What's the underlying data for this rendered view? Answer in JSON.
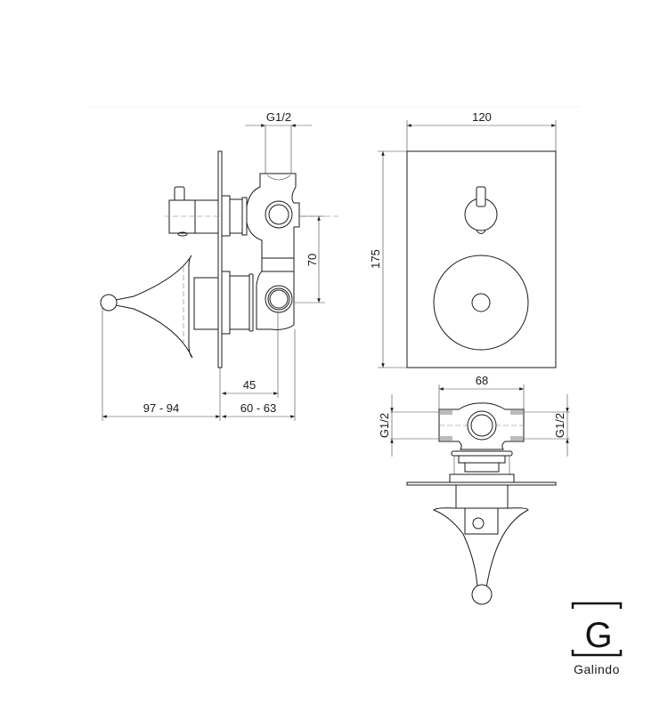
{
  "drawing": {
    "side_view": {
      "dim_thread_top": "G1/2",
      "dim_port_spacing": "70",
      "dim_depth_port": "45",
      "dim_handle_projection": "97 - 94",
      "dim_body_depth": "60 - 63"
    },
    "front_view": {
      "dim_width": "120",
      "dim_height": "175"
    },
    "bottom_view": {
      "dim_body_width": "68",
      "dim_thread_left": "G1/2",
      "dim_thread_right": "G1/2"
    }
  },
  "brand": {
    "logo_letter": "G",
    "name": "Galindo"
  }
}
